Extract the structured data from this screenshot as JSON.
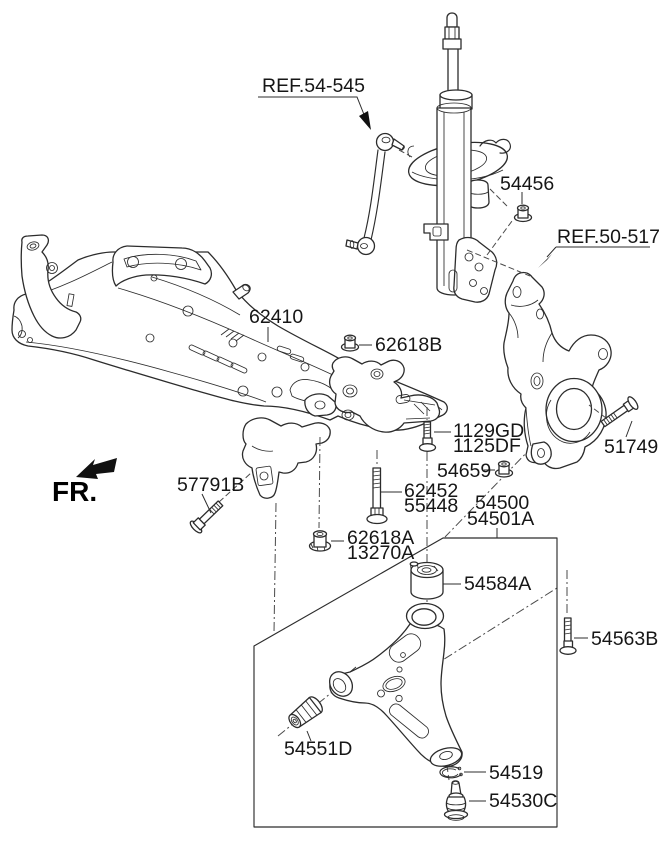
{
  "figure": {
    "front_marker": "FR.",
    "ref_upper": "REF.54-545",
    "ref_lower": "REF.50-517"
  },
  "parts": {
    "crossmember": "62410",
    "strut_nut": "54456",
    "knuckle_bolt": "51749",
    "bracket_nut": "62618B",
    "bracket_bolt_a": "1129GD",
    "bracket_bolt_b": "1125DF",
    "knuckle_nut": "54659",
    "mount_bolt_a": "62452",
    "mount_bolt_b": "55448",
    "arm_assembly_a": "54500",
    "arm_assembly_b": "54501A",
    "crossmember_bolt": "57791B",
    "mount_nut_a": "62618A",
    "mount_nut_b": "13270A",
    "arm_bushing_rear": "54584A",
    "balljoint_bolt": "54563B",
    "arm_bushing_front": "54551D",
    "snap_ring": "54519",
    "ball_joint": "54530C"
  }
}
